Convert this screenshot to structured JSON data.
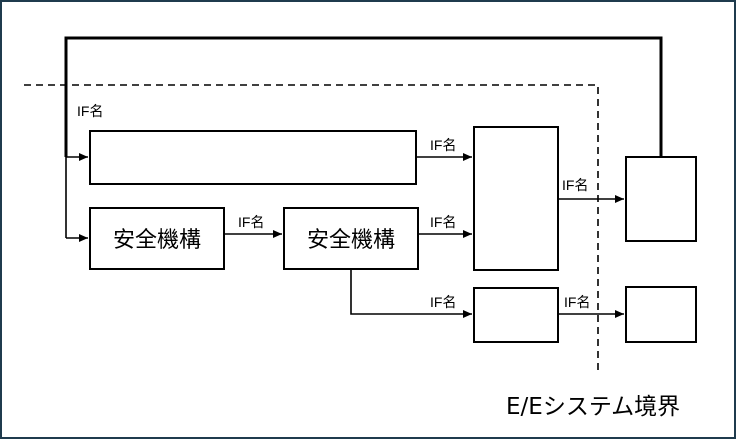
{
  "diagram": {
    "interface_label": "IF名",
    "safety_mechanism_label": "安全機構",
    "boundary_label": "E/Eシステム境界"
  }
}
